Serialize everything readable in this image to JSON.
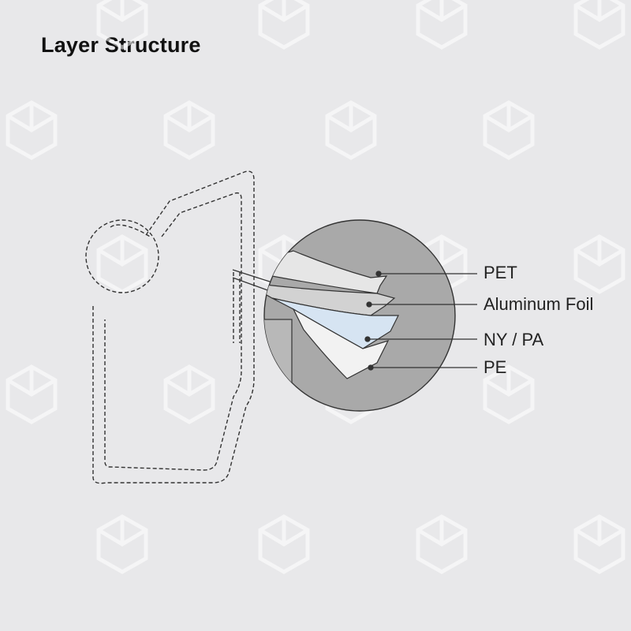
{
  "title": "Layer Structure",
  "layers": [
    {
      "name": "PET",
      "color": "#e6e6e6"
    },
    {
      "name": "Aluminum Foil",
      "color": "#d2d2d2"
    },
    {
      "name": "NY / PA",
      "color": "#d6e4f2"
    },
    {
      "name": "PE",
      "color": "#f2f2f2"
    }
  ],
  "colors": {
    "background": "#e8e8ea",
    "circle_fill": "#a9a9a9",
    "outline": "#333333"
  }
}
